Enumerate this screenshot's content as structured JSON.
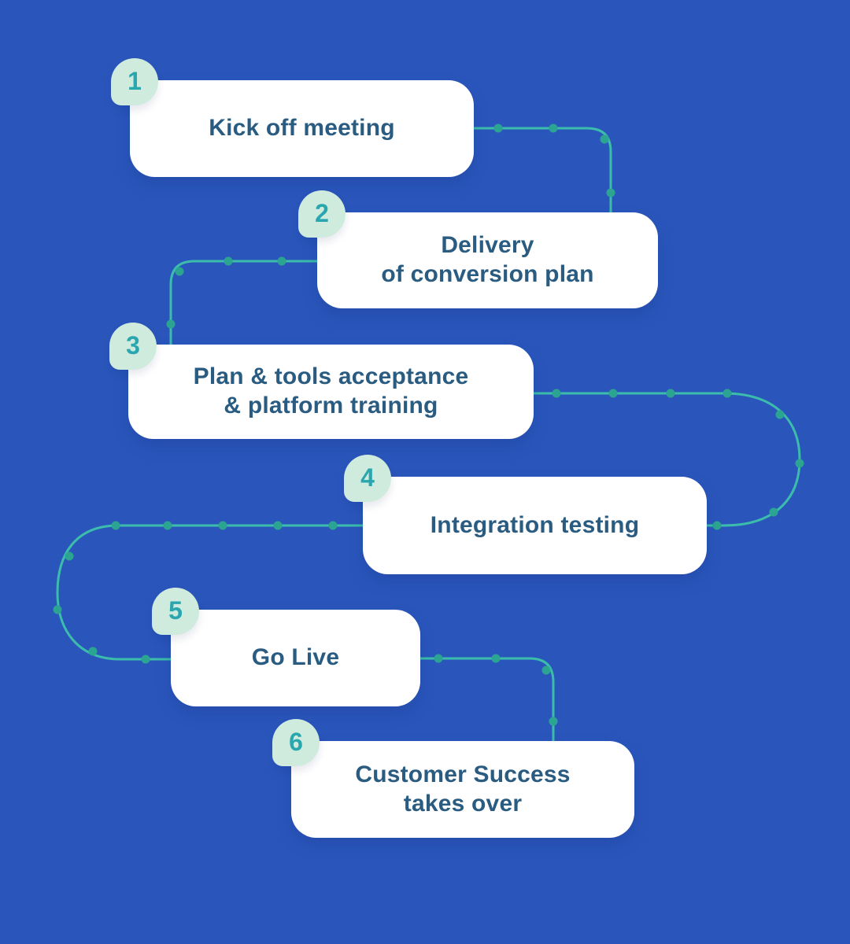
{
  "colors": {
    "bg": "#2A56BC",
    "card_bg": "#FFFFFF",
    "card_text": "#2A5B80",
    "badge_bg": "#CFEBDE",
    "badge_text": "#2AA6AF",
    "line": "#3CBDAC",
    "dot": "#2BA591"
  },
  "steps": [
    {
      "number": "1",
      "label": "Kick off meeting"
    },
    {
      "number": "2",
      "label": "Delivery\nof conversion plan"
    },
    {
      "number": "3",
      "label": "Plan & tools acceptance\n& platform training"
    },
    {
      "number": "4",
      "label": "Integration testing"
    },
    {
      "number": "5",
      "label": "Go Live"
    },
    {
      "number": "6",
      "label": "Customer Success\ntakes over"
    }
  ]
}
